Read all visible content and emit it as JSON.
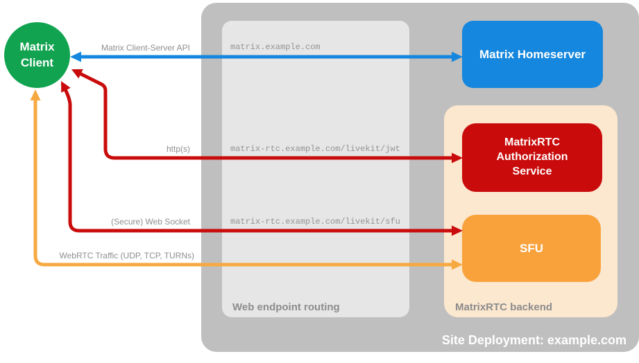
{
  "diagram": {
    "site_caption": "Site Deployment: example.com"
  },
  "nodes": {
    "client": {
      "line1": "Matrix",
      "line2": "Client"
    },
    "homeserver": {
      "label": "Matrix Homeserver"
    },
    "auth_service": {
      "label": "MatrixRTC Authorization Service"
    },
    "sfu": {
      "label": "SFU"
    }
  },
  "containers": {
    "routing": {
      "caption": "Web endpoint routing"
    },
    "backend": {
      "caption": "MatrixRTC backend"
    }
  },
  "edges": {
    "client_server_api": {
      "label": "Matrix Client-Server API",
      "host": "matrix.example.com"
    },
    "http": {
      "label": "http(s)",
      "host": "matrix-rtc.example.com/livekit/jwt"
    },
    "websocket": {
      "label": "(Secure) Web Socket",
      "host": "matrix-rtc.example.com/livekit/sfu"
    },
    "webrtc": {
      "label": "WebRTC Traffic (UDP, TCP, TURNs)"
    }
  },
  "colors": {
    "client_green": "#11A350",
    "homeserver_blue": "#1587DE",
    "auth_red": "#C90B0B",
    "sfu_orange": "#F9A23C",
    "arrow_orange": "#F7A941",
    "backend_peach": "#FCE7CF",
    "container_gray": "#BFBFBF",
    "routing_gray": "#E6E6E6"
  }
}
